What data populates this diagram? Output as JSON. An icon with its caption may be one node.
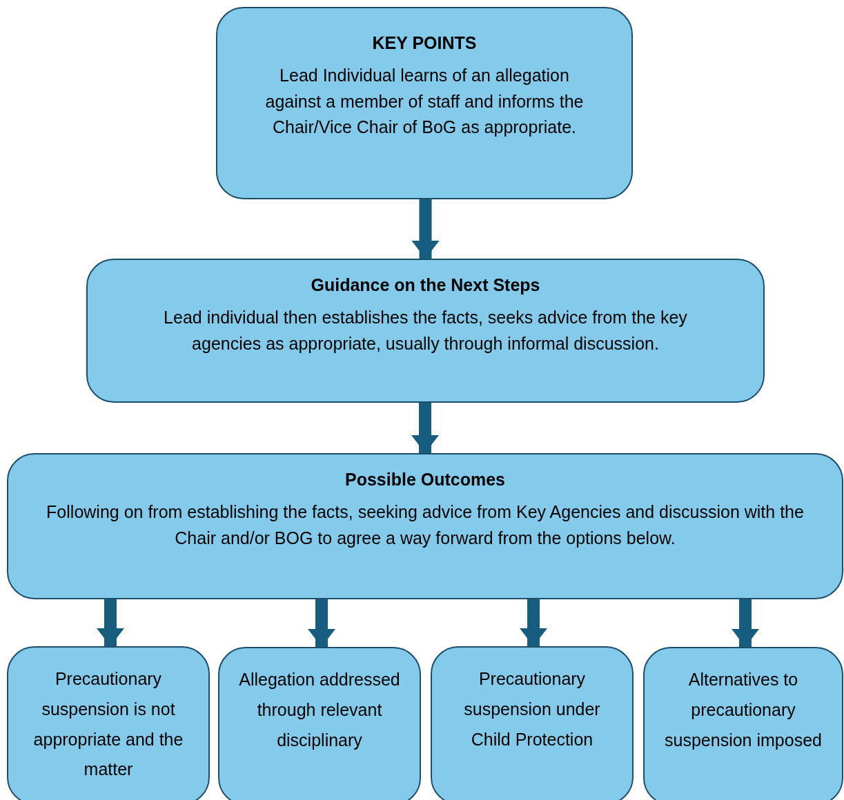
{
  "diagram": {
    "nodes": [
      {
        "text": [
          "KEY POINTS",
          "Lead Individual learns of an allegation against a member of staff and informs the Chair/Vice Chair of BoG as appropriate."
        ]
      },
      {
        "text": [
          "Guidance on the Next Steps",
          "Lead individual then establishes the facts, seeks advice from the key agencies as appropriate, usually through informal discussion."
        ]
      },
      {
        "text": [
          "Possible Outcomes",
          "Following on from establishing the facts, seeking advice from Key Agencies and discussion with the Chair and/or BOG to agree a way forward from the options below."
        ]
      },
      {
        "text": [
          "Precautionary suspension is not appropriate and the matter"
        ]
      },
      {
        "text": [
          "Allegation addressed through relevant disciplinary"
        ]
      },
      {
        "text": [
          "Precautionary suspension under Child Protection"
        ]
      },
      {
        "text": [
          "Alternatives to precautionary suspension imposed"
        ]
      }
    ],
    "edges": [
      {
        "from": 0,
        "to": 1,
        "arrow": "to"
      },
      {
        "from": 1,
        "to": 2,
        "arrow": "to"
      },
      {
        "from": 2,
        "to": 3,
        "arrow": "to"
      },
      {
        "from": 2,
        "to": 4,
        "arrow": "to"
      },
      {
        "from": 2,
        "to": 5,
        "arrow": "to"
      },
      {
        "from": 2,
        "to": 6,
        "arrow": "to"
      }
    ]
  }
}
